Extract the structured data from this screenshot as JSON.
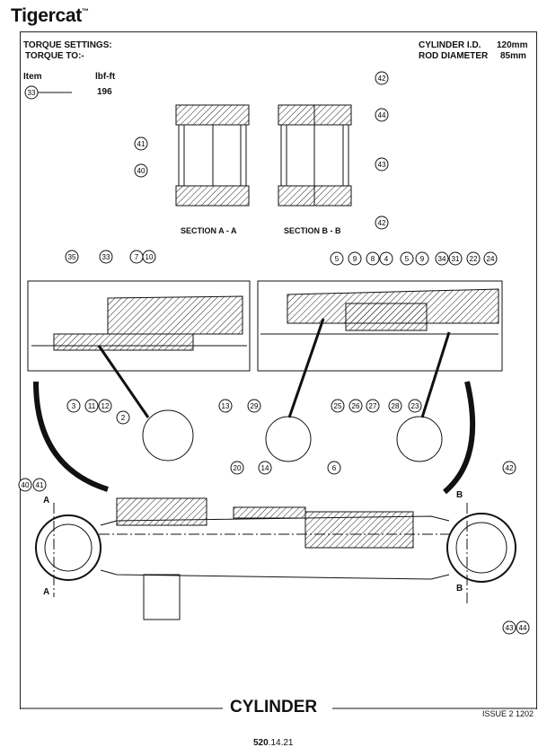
{
  "brand": {
    "name": "Tigercat",
    "tm": "™"
  },
  "torque": {
    "heading": "TORQUE SETTINGS:",
    "sub": "TORQUE TO:-",
    "col_item": "Item",
    "col_unit": "lbf-ft",
    "rows": [
      {
        "item": "33",
        "value": "196"
      }
    ]
  },
  "specs": {
    "bore_label": "CYLINDER I.D.",
    "bore_value": "120mm",
    "rod_label": "ROD DIAMETER",
    "rod_value": "85mm"
  },
  "sections": {
    "a": "SECTION A - A",
    "b": "SECTION B - B",
    "a_mark": "A",
    "b_mark": "B"
  },
  "callouts": [
    "42",
    "41",
    "40",
    "44",
    "43",
    "42",
    "35",
    "33",
    "7",
    "10",
    "5",
    "9",
    "8",
    "4",
    "5",
    "9",
    "34",
    "31",
    "22",
    "24",
    "3",
    "11",
    "12",
    "2",
    "13",
    "29",
    "25",
    "26",
    "27",
    "28",
    "23",
    "6",
    "20",
    "14",
    "42",
    "40",
    "41",
    "43",
    "44"
  ],
  "footer": {
    "title": "CYLINDER",
    "issue": "ISSUE 2 1202",
    "page_bold": "520",
    "page_rest": ".14.21"
  }
}
